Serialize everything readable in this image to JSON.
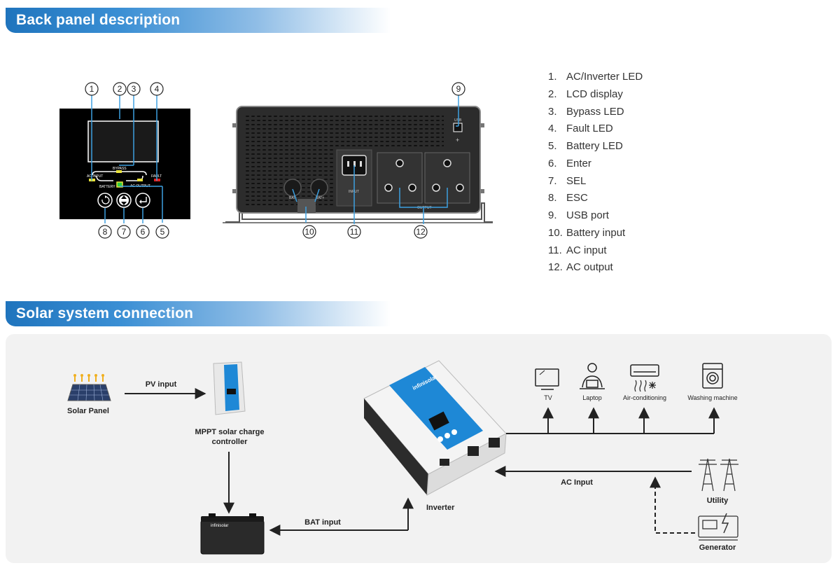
{
  "headers": {
    "back_panel": "Back panel description",
    "solar_system": "Solar system connection"
  },
  "front_panel": {
    "callouts": [
      "1",
      "2",
      "3",
      "4",
      "5",
      "6",
      "7",
      "8"
    ],
    "labels": {
      "ac_input": "AC INPUT",
      "bypass": "BYPASS",
      "fault": "FAULT",
      "battery": "BATTERY",
      "ac_output": "AC OUTPUT"
    }
  },
  "rear_panel": {
    "callouts": [
      "9",
      "10",
      "11",
      "12"
    ],
    "labels": {
      "usb": "USB",
      "bat_neg": "BAT-",
      "bat_pos": "BAT+",
      "input": "INPUT",
      "output": "OUTPUT"
    }
  },
  "legend": [
    {
      "num": "1.",
      "text": "AC/Inverter LED"
    },
    {
      "num": "2.",
      "text": "LCD display"
    },
    {
      "num": "3.",
      "text": "Bypass LED"
    },
    {
      "num": "4.",
      "text": "Fault LED"
    },
    {
      "num": "5.",
      "text": "Battery LED"
    },
    {
      "num": "6.",
      "text": "Enter"
    },
    {
      "num": "7.",
      "text": "SEL"
    },
    {
      "num": "8.",
      "text": "ESC"
    },
    {
      "num": "9.",
      "text": "USB port"
    },
    {
      "num": "10.",
      "text": "Battery input"
    },
    {
      "num": "11.",
      "text": "AC input"
    },
    {
      "num": "12.",
      "text": "AC output"
    }
  ],
  "diagram": {
    "solar_panel": "Solar Panel",
    "pv_input": "PV input",
    "mppt_line1": "MPPT solar charge",
    "mppt_line2": "controller",
    "bat_input": "BAT input",
    "inverter": "Inverter",
    "ac_input": "AC Input",
    "utility": "Utility",
    "generator": "Generator",
    "brand": "infinisolar",
    "loads": [
      "TV",
      "Laptop",
      "Air-conditioning",
      "Washing machine"
    ]
  },
  "colors": {
    "header_blue": "#1f74bd",
    "panel_bg": "#f2f2f2",
    "device_dark": "#2b2b2b",
    "brand_blue": "#1e88d6",
    "led_yellow": "#e8e23a",
    "led_red": "#e02020",
    "led_green": "#2ecc40"
  }
}
